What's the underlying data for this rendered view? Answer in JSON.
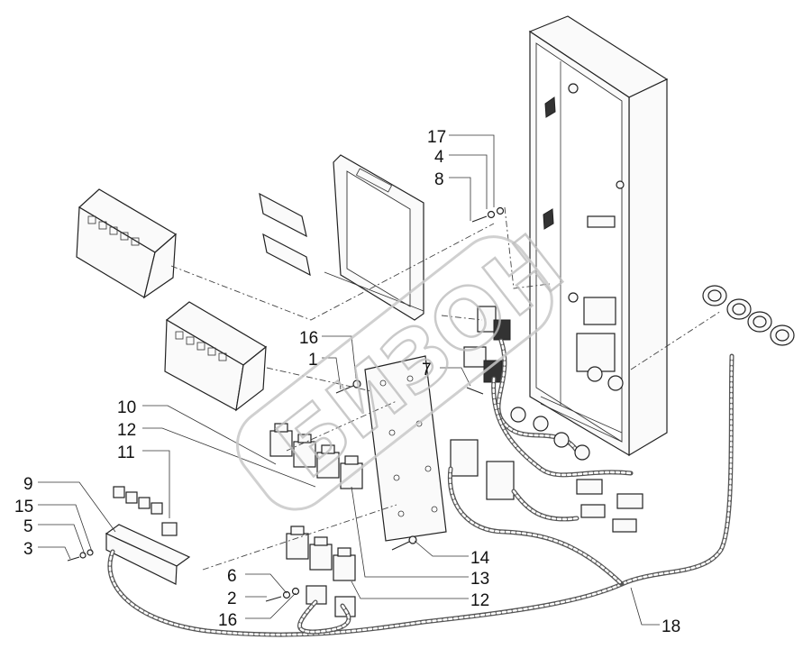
{
  "diagram": {
    "watermark_text": "БИЗОН",
    "callouts": {
      "c17": "17",
      "c4": "4",
      "c8": "8",
      "c16a": "16",
      "c1": "1",
      "c7": "7",
      "c10": "10",
      "c12a": "12",
      "c11": "11",
      "c9": "9",
      "c15": "15",
      "c5": "5",
      "c3": "3",
      "c6": "6",
      "c2": "2",
      "c16b": "16",
      "c14": "14",
      "c13": "13",
      "c12b": "12",
      "c18": "18"
    }
  }
}
